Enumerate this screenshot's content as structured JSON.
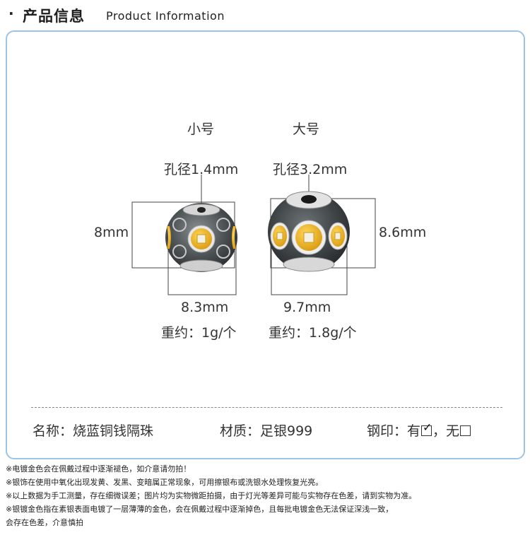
{
  "header": {
    "bullet": "·",
    "title_cn": "产品信息",
    "title_en": "Product Information"
  },
  "products": {
    "small": {
      "title": "小号",
      "hole": "孔径1.4mm",
      "height": "8mm",
      "width": "8.3mm",
      "weight": "重约：1g/个"
    },
    "large": {
      "title": "大号",
      "hole": "孔径3.2mm",
      "height": "8.6mm",
      "width": "9.7mm",
      "weight": "重约：1.8g/个"
    }
  },
  "info": {
    "name": "名称：烧蓝铜钱隔珠",
    "material": "材质：足银999",
    "stamp_label": "钢印：有",
    "stamp_sep": "，无"
  },
  "notes": [
    "※电镀金色会在佩戴过程中逐渐褪色，如介意请勿拍！",
    "※银饰在使用中氧化出现发黄、发黑、变暗属正常现象，可用擦银布或洗银水处理恢复光亮。",
    "※以上数据为手工测量，存在细微误差；图片均为实物微距拍摄，由于灯光等差异可能与实物存在色差，请到实物为准。",
    "※银镀金色指在素银表面电镀了一层薄薄的金色，会在佩戴过程中逐渐掉色，且每批电镀金色无法保证深浅一致，",
    "会存在色差，介意慎拍"
  ],
  "colors": {
    "frame_border": "#9dc4e2",
    "bead_dark": "#3b3f42",
    "bead_silver": "#c9c9c9",
    "coin_gold": "#f0b21e"
  }
}
